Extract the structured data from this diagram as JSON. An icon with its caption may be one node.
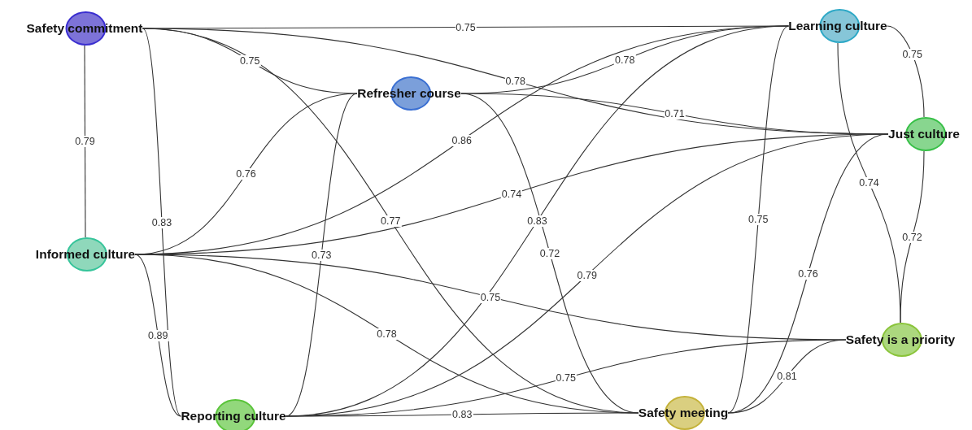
{
  "diagram": {
    "nodes": [
      {
        "text": [
          "Safety commitment"
        ]
      },
      {
        "text": [
          "Learning culture"
        ]
      },
      {
        "text": [
          "Refresher course"
        ]
      },
      {
        "text": [
          "Just culture"
        ]
      },
      {
        "text": [
          "Informed culture"
        ]
      },
      {
        "text": [
          "Safety is a priority"
        ]
      },
      {
        "text": [
          "Reporting culture"
        ]
      },
      {
        "text": [
          "Safety meeting"
        ]
      }
    ],
    "edges": [
      {
        "from": 0,
        "to": 1,
        "arrow": "none",
        "label": "0.75"
      },
      {
        "from": 0,
        "to": 4,
        "arrow": "none",
        "label": "0.79"
      },
      {
        "from": 0,
        "to": 2,
        "arrow": "none",
        "label": "0.75"
      },
      {
        "from": 0,
        "to": 3,
        "arrow": "none",
        "label": "0.78"
      },
      {
        "from": 0,
        "to": 6,
        "arrow": "none",
        "label": "0.83"
      },
      {
        "from": 0,
        "to": 7,
        "arrow": "none",
        "label": "0.77"
      },
      {
        "from": 1,
        "to": 2,
        "arrow": "none",
        "label": "0.78"
      },
      {
        "from": 1,
        "to": 4,
        "arrow": "none",
        "label": "0.86"
      },
      {
        "from": 1,
        "to": 6,
        "arrow": "none",
        "label": "0.83"
      },
      {
        "from": 1,
        "to": 7,
        "arrow": "none",
        "label": "0.75"
      },
      {
        "from": 1,
        "to": 3,
        "arrow": "none",
        "label": "0.75"
      },
      {
        "from": 1,
        "to": 5,
        "arrow": "none",
        "label": "0.74"
      },
      {
        "from": 2,
        "to": 3,
        "arrow": "none",
        "label": "0.71"
      },
      {
        "from": 2,
        "to": 4,
        "arrow": "none",
        "label": "0.76"
      },
      {
        "from": 2,
        "to": 6,
        "arrow": "none",
        "label": "0.73"
      },
      {
        "from": 2,
        "to": 7,
        "arrow": "none",
        "label": "0.72"
      },
      {
        "from": 3,
        "to": 4,
        "arrow": "none",
        "label": "0.74"
      },
      {
        "from": 3,
        "to": 6,
        "arrow": "none",
        "label": "0.79"
      },
      {
        "from": 3,
        "to": 7,
        "arrow": "none",
        "label": "0.76"
      },
      {
        "from": 3,
        "to": 5,
        "arrow": "none",
        "label": "0.72"
      },
      {
        "from": 4,
        "to": 5,
        "arrow": "none",
        "label": "0.75"
      },
      {
        "from": 4,
        "to": 7,
        "arrow": "none",
        "label": "0.78"
      },
      {
        "from": 4,
        "to": 6,
        "arrow": "none",
        "label": "0.89"
      },
      {
        "from": 6,
        "to": 5,
        "arrow": "none",
        "label": "0.75"
      },
      {
        "from": 6,
        "to": 7,
        "arrow": "none",
        "label": "0.83"
      },
      {
        "from": 7,
        "to": 5,
        "arrow": "none",
        "label": "0.81"
      }
    ]
  }
}
